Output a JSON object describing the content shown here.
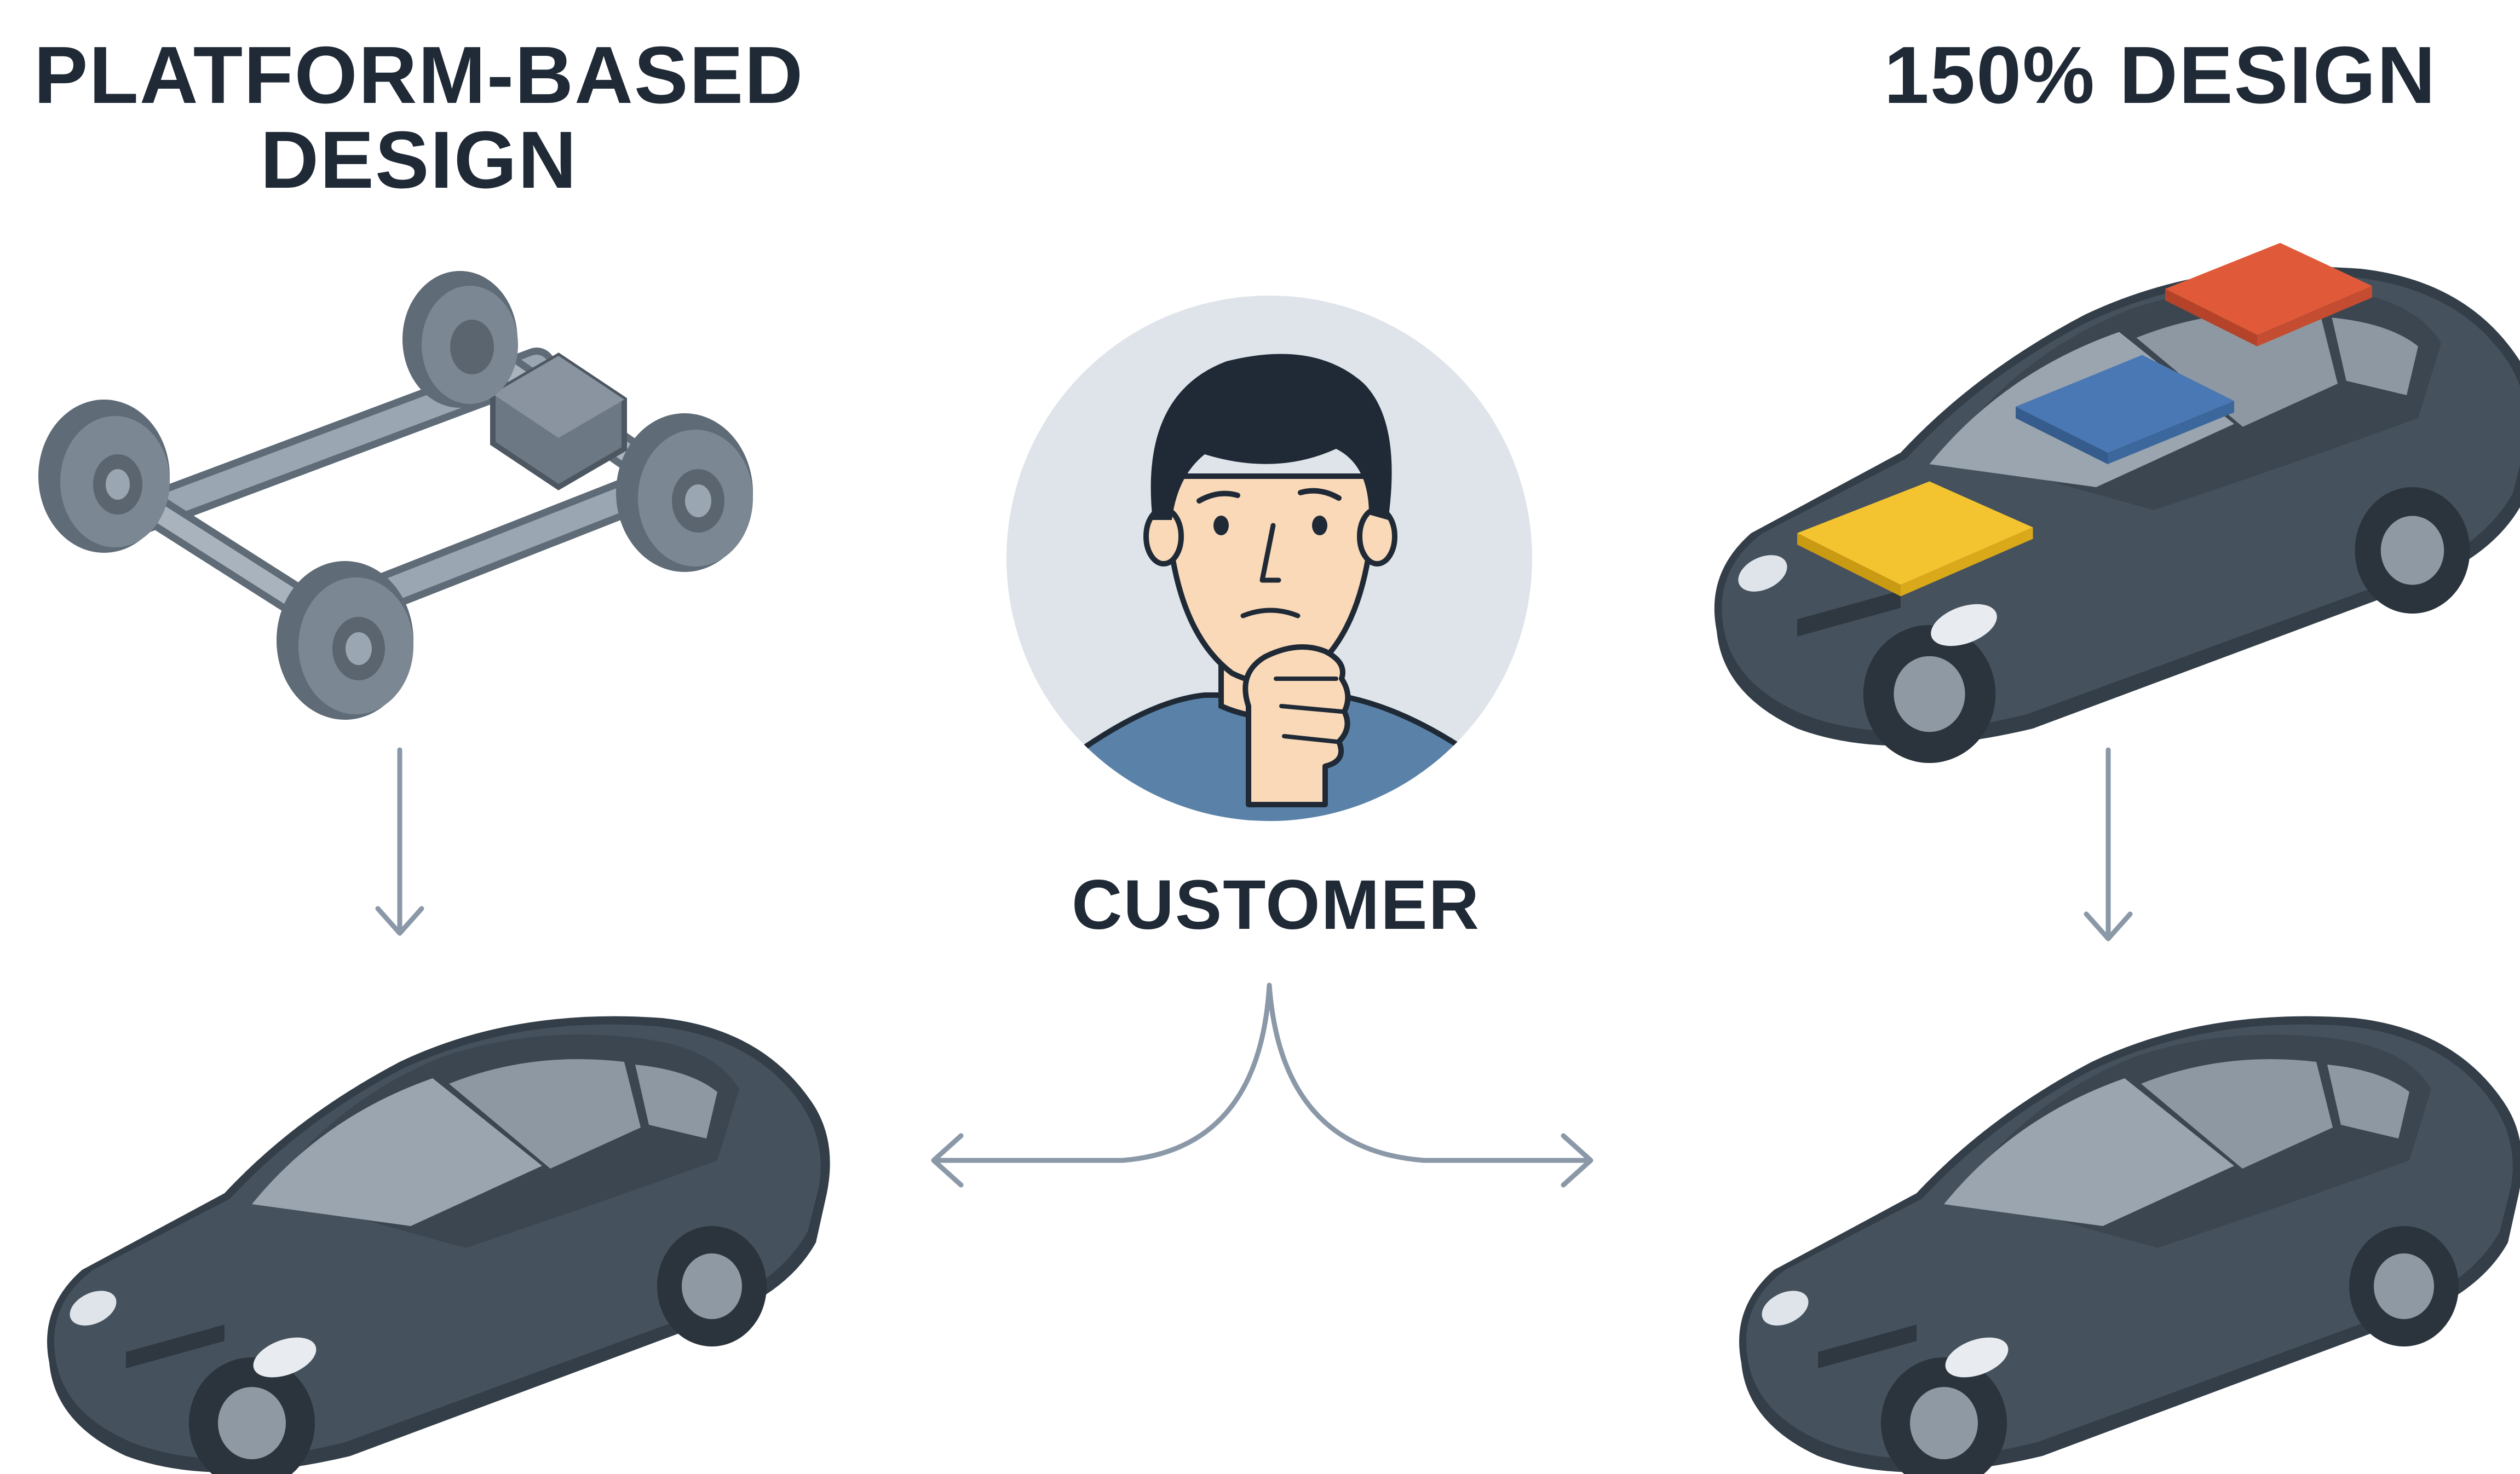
{
  "diagram": {
    "left_column": {
      "title_lines": [
        "PLATFORM-BASED",
        "DESIGN"
      ],
      "top_icon": "car-chassis-platform-icon",
      "bottom_icon": "sedan-car-icon"
    },
    "center": {
      "label": "CUSTOMER",
      "icon": "thinking-person-icon"
    },
    "right_column": {
      "title_lines": [
        "150% DESIGN"
      ],
      "top_icon": "sedan-car-with-modules-icon",
      "bottom_icon": "sedan-car-icon"
    },
    "colors": {
      "car_body": "#3e4a55",
      "module_red": "#e05a3a",
      "module_blue": "#4a78b4",
      "module_yellow": "#f4c430",
      "arrow": "#8a98a8",
      "text": "#1f2a36",
      "customer_circle": "#dfe4ea",
      "shirt": "#5a82a8"
    }
  }
}
